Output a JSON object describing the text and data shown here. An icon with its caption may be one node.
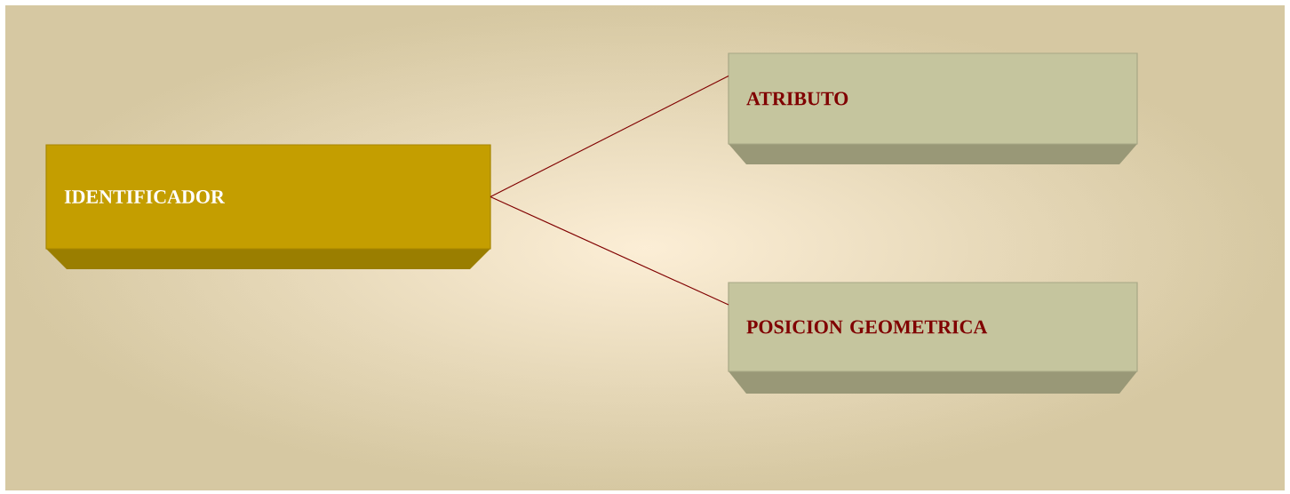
{
  "diagram": {
    "nodes": [
      {
        "text": [
          "IDENTIFICADOR"
        ]
      },
      {
        "text": [
          "ATRIBUTO"
        ]
      },
      {
        "text": [
          "POSICION GEOMETRICA"
        ]
      }
    ],
    "edges": [
      {
        "from": 0,
        "to": 1,
        "arrow": "none"
      },
      {
        "from": 0,
        "to": 2,
        "arrow": "none"
      }
    ]
  }
}
